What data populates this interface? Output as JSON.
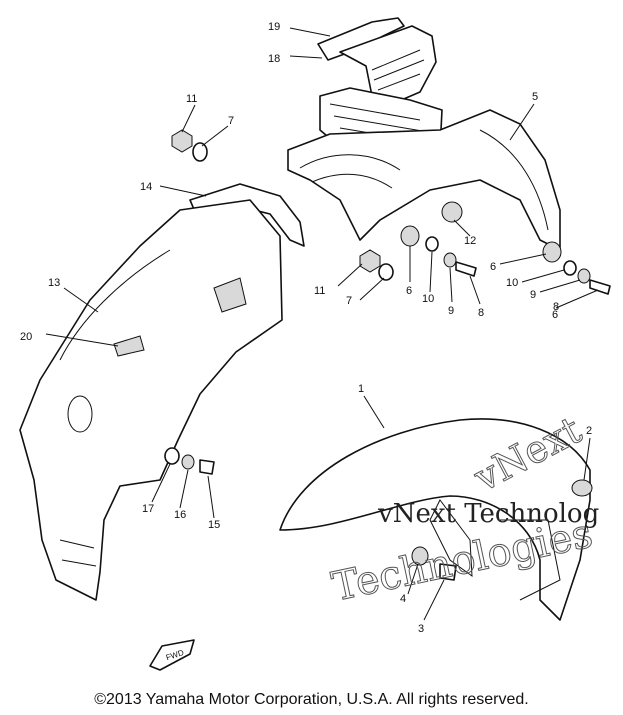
{
  "callouts": {
    "c1": "1",
    "c2": "2",
    "c3": "3",
    "c4": "4",
    "c5": "5",
    "c6a": "6",
    "c6b": "6",
    "c6c": "6",
    "c7a": "7",
    "c7b": "7",
    "c8a": "8",
    "c8b": "8",
    "c9a": "9",
    "c9b": "9",
    "c10a": "10",
    "c10b": "10",
    "c11a": "11",
    "c11b": "11",
    "c12": "12",
    "c13": "13",
    "c14": "14",
    "c15": "15",
    "c16": "16",
    "c17": "17",
    "c18": "18",
    "c19": "19",
    "c20": "20"
  },
  "watermark": {
    "line1": "vNext",
    "line2": "Technologies",
    "line3": "vNext Technolog"
  },
  "front_mark": "FWD",
  "copyright": "©2013 Yamaha Motor Corporation, U.S.A. All rights reserved."
}
